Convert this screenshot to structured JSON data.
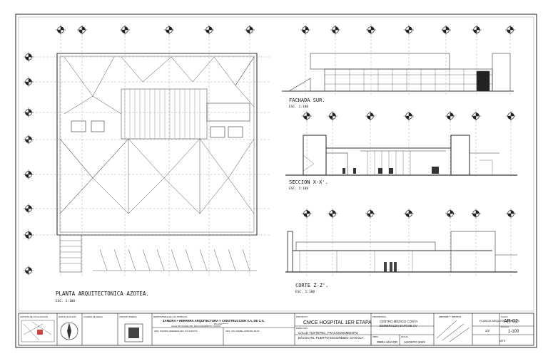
{
  "drawings": {
    "roof_plan": {
      "title": "PLANTA ARQUITECTONICA AZOTEA.",
      "scale": "ESC. 1:100"
    },
    "south_facade": {
      "title": "FACHADA SUR.",
      "scale": "ESC. 1:100"
    },
    "section_xx": {
      "title": "SECCION X-X'.",
      "scale": "ESC. 1:100"
    },
    "section_zz": {
      "title": "CORTE Z-Z'.",
      "scale": "ESC. 1:100"
    }
  },
  "title_block": {
    "responsible_label": "RESPONSABLE DE LOS TRABAJOS",
    "firm_name": "ZAMORA + HERRERA ARQUITECTURA Y CONSTRUCCION S.A. DE C.V.",
    "firm_sub": "RFC ZHA*********",
    "firm_address": "CALLE RIO GUADALUPE, FRACCIONAMIENTO, OAXACA",
    "firm_contact": "CORREO: *************  TELEFONO: *** *** ** **",
    "arch1_label": "ARQ. RAMIRO HERRERA DE LOS SANTOS",
    "arch2_label": "ARQ. ANA ISABEL ZAMORA SILVA",
    "project_label": "PROYECTO:",
    "project": "CMCE HOSPITAL 1ER ETAPA",
    "owner_label": "PROPIETARIO:",
    "owner_line1": "CENTRO MEDICO COSTA",
    "owner_line2": "ESMERALDA SAPI DE CV",
    "address_label": "DIRECCION:",
    "address_line1": "CALLE TUXTEPEC, FRACCIONAMIENTO",
    "address_line2": "BACOCHO, PUERTO ESCONDIDO, OAXACA.",
    "work_label": "OBRA:",
    "work": "OBRA MAYOR",
    "date_label": "FECHA:",
    "date": "AGOSTO 2023",
    "plan_type": "PLANOS ARQUITECTONICOS",
    "plan_code": "AR-02",
    "scale": "1-100",
    "sheet": "2/2",
    "sheet_label": "PLANO:",
    "scale_label": "ESCALA:",
    "location_label": "CROQUIS DE LOCALIZACION",
    "north_label": "NORTE DE PLANO",
    "areas_label": "CUADRO DE AREAS",
    "key_label": "CROQUIS PREDIO",
    "logo_text": "zamora + herrera",
    "cotas": "MTS"
  }
}
